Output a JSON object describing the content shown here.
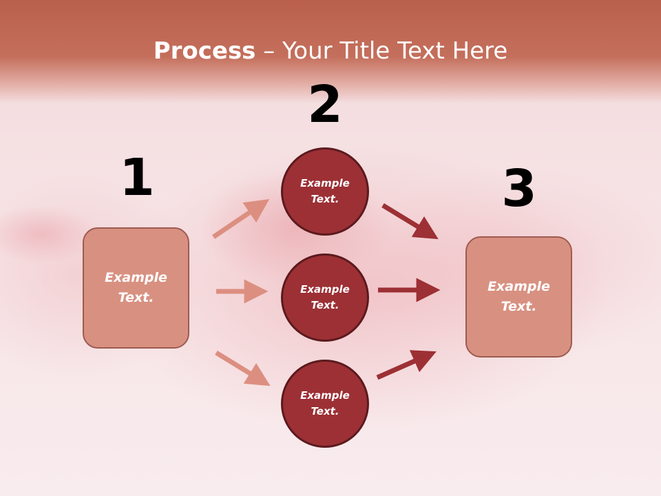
{
  "slide": {
    "title_bold": "Process",
    "title_rest": " – Your Title Text Here"
  },
  "steps": {
    "one": {
      "number": "1",
      "text": "Example Text."
    },
    "two": {
      "number": "2"
    },
    "three": {
      "number": "3",
      "text": "Example Text."
    }
  },
  "circles": [
    {
      "text": "Example Text."
    },
    {
      "text": "Example Text."
    },
    {
      "text": "Example Text."
    }
  ],
  "colors": {
    "title_band": "#c46f5c",
    "box_fill": "#d89181",
    "circle_fill": "#9c3035",
    "light_arrow": "#dc8f80",
    "dark_arrow": "#9c3035"
  }
}
